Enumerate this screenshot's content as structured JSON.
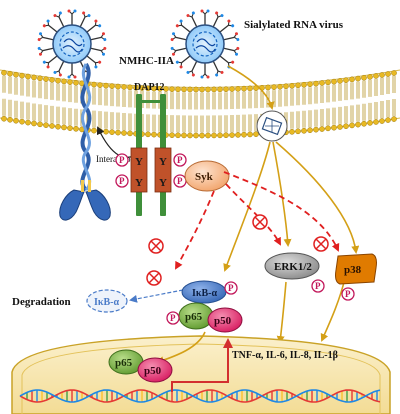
{
  "labels": {
    "virus": "Sialylated RNA virus",
    "receptor": "NMHC-IIA",
    "adaptor": "DAP12",
    "interaction": "Interaction",
    "kinase": "Syk",
    "erk": "ERK1/2",
    "p38": "p38",
    "degradation": "Degradation",
    "ikb": "IκB-α",
    "ikb_degraded": "IκB-α",
    "p65": "p65",
    "p50": "p50",
    "phospho": "P",
    "tyrosine": "Y",
    "cytokines": "TNF-α, IL-6, IL-8, IL-1β"
  },
  "colors": {
    "membrane_lipid": "#c9a227",
    "membrane_head": "#e8b923",
    "receptor": "#2f5fa8",
    "dap12_green": "#3f8f3a",
    "dap12_orange": "#c0522a",
    "syk": "#f4b183",
    "erk": "#9e9e9e",
    "p38": "#e07b00",
    "ikb": "#4a7bc8",
    "p65": "#7cb342",
    "p50": "#e91e63",
    "phospho_border": "#c2185b",
    "activation_arrow": "#d4a017",
    "inhibition_line": "#e02020",
    "nucleus": "#f7e8b8",
    "dna_strand_1": "#e53935",
    "dna_strand_2": "#1e88e5"
  }
}
